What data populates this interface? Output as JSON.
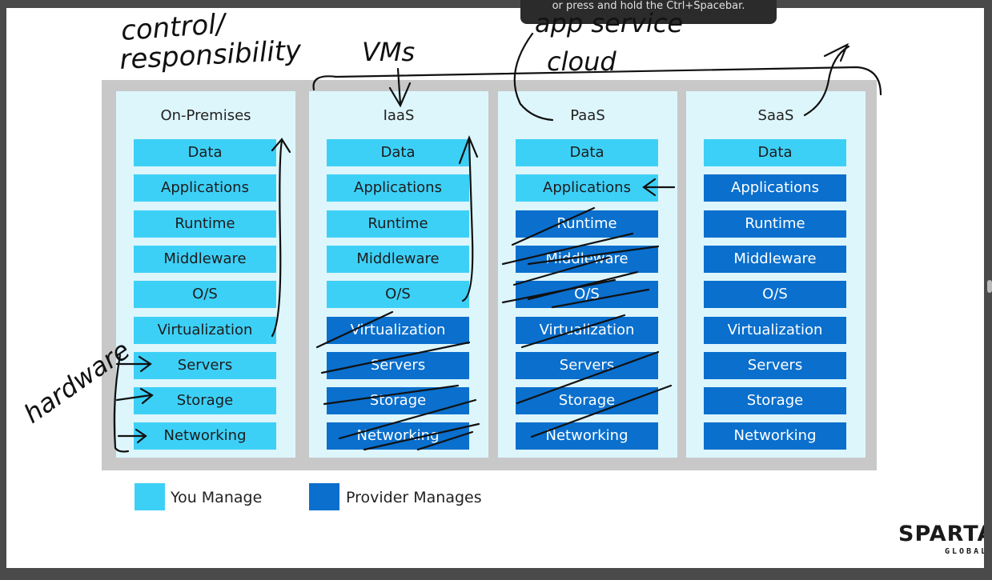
{
  "toast": {
    "text": "or press and hold the Ctrl+Spacebar."
  },
  "columns": [
    {
      "title": "On-Premises",
      "layers": [
        {
          "label": "Data",
          "managed": "you"
        },
        {
          "label": "Applications",
          "managed": "you"
        },
        {
          "label": "Runtime",
          "managed": "you"
        },
        {
          "label": "Middleware",
          "managed": "you"
        },
        {
          "label": "O/S",
          "managed": "you"
        },
        {
          "label": "Virtualization",
          "managed": "you"
        },
        {
          "label": "Servers",
          "managed": "you"
        },
        {
          "label": "Storage",
          "managed": "you"
        },
        {
          "label": "Networking",
          "managed": "you"
        }
      ]
    },
    {
      "title": "IaaS",
      "layers": [
        {
          "label": "Data",
          "managed": "you"
        },
        {
          "label": "Applications",
          "managed": "you"
        },
        {
          "label": "Runtime",
          "managed": "you"
        },
        {
          "label": "Middleware",
          "managed": "you"
        },
        {
          "label": "O/S",
          "managed": "you"
        },
        {
          "label": "Virtualization",
          "managed": "provider"
        },
        {
          "label": "Servers",
          "managed": "provider"
        },
        {
          "label": "Storage",
          "managed": "provider"
        },
        {
          "label": "Networking",
          "managed": "provider"
        }
      ]
    },
    {
      "title": "PaaS",
      "layers": [
        {
          "label": "Data",
          "managed": "you"
        },
        {
          "label": "Applications",
          "managed": "you"
        },
        {
          "label": "Runtime",
          "managed": "provider"
        },
        {
          "label": "Middleware",
          "managed": "provider"
        },
        {
          "label": "O/S",
          "managed": "provider"
        },
        {
          "label": "Virtualization",
          "managed": "provider"
        },
        {
          "label": "Servers",
          "managed": "provider"
        },
        {
          "label": "Storage",
          "managed": "provider"
        },
        {
          "label": "Networking",
          "managed": "provider"
        }
      ]
    },
    {
      "title": "SaaS",
      "layers": [
        {
          "label": "Data",
          "managed": "you"
        },
        {
          "label": "Applications",
          "managed": "provider"
        },
        {
          "label": "Runtime",
          "managed": "provider"
        },
        {
          "label": "Middleware",
          "managed": "provider"
        },
        {
          "label": "O/S",
          "managed": "provider"
        },
        {
          "label": "Virtualization",
          "managed": "provider"
        },
        {
          "label": "Servers",
          "managed": "provider"
        },
        {
          "label": "Storage",
          "managed": "provider"
        },
        {
          "label": "Networking",
          "managed": "provider"
        }
      ]
    }
  ],
  "legend": {
    "you_label": "You Manage",
    "provider_label": "Provider Manages"
  },
  "colors": {
    "you": "#3dd0f7",
    "provider": "#0a6fcd",
    "panel": "#c8c8c8",
    "column_bg": "#ddf6fc"
  },
  "annotations": {
    "control_line1": "control/",
    "control_line2": "responsibility",
    "vms": "VMs",
    "app_service_line1": "app service",
    "app_service_line2": "cloud",
    "hardware": "hardware"
  },
  "logo": {
    "main": "SPARTA",
    "sub": "GLOBAL"
  }
}
